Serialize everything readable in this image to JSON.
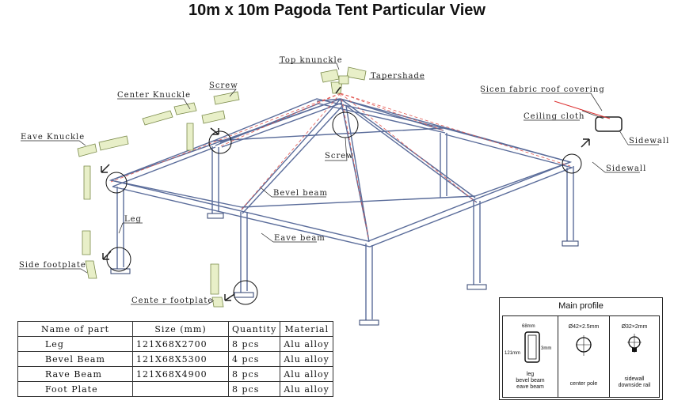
{
  "title": "10m x 10m Pagoda Tent Particular View",
  "labels": {
    "top_knuckle": "Top knunckle",
    "tapershade": "Tapershade",
    "screw_top": "Screw",
    "center_knuckle": "Center Knuckle",
    "eave_knuckle": "Eave Knuckle",
    "screw_mid": "Screw",
    "bevel_beam": "Bevel beam",
    "leg": "Leg",
    "eave_beam": "Eave beam",
    "side_footplate": "Side footplate",
    "center_footplate": "Cente r footplate",
    "roof_covering": "Sicen fabric roof covering",
    "ceiling_cloth": "Ceiling cloth",
    "sidewall_1": "Sidewall",
    "sidewall_2": "Sidewall"
  },
  "table": {
    "headers": [
      "Name of part",
      "Size (mm)",
      "Quantity",
      "Material"
    ],
    "rows": [
      [
        "Leg",
        "121X68X2700",
        "8 pcs",
        "Alu alloy"
      ],
      [
        "Bevel Beam",
        "121X68X5300",
        "4 pcs",
        "Alu alloy"
      ],
      [
        "Rave Beam",
        "121X68X4900",
        "8 pcs",
        "Alu alloy"
      ],
      [
        "Foot Plate",
        "",
        "8 pcs",
        "Alu alloy"
      ]
    ]
  },
  "profile": {
    "title": "Main profile",
    "p1": {
      "w": "68mm",
      "h": "121mm",
      "t": "3mm",
      "cap1": "leg",
      "cap2": "bevel beam",
      "cap3": "eave beam"
    },
    "p2": {
      "dim": "Ø42×2.5mm",
      "cap1": "center pole"
    },
    "p3": {
      "dim": "Ø32×2mm",
      "cap1": "sidewall",
      "cap2": "downside rail"
    }
  },
  "colors": {
    "frame": "#5a6c9a",
    "tapershade": "#e2554f",
    "parts": "#e8efc8"
  }
}
